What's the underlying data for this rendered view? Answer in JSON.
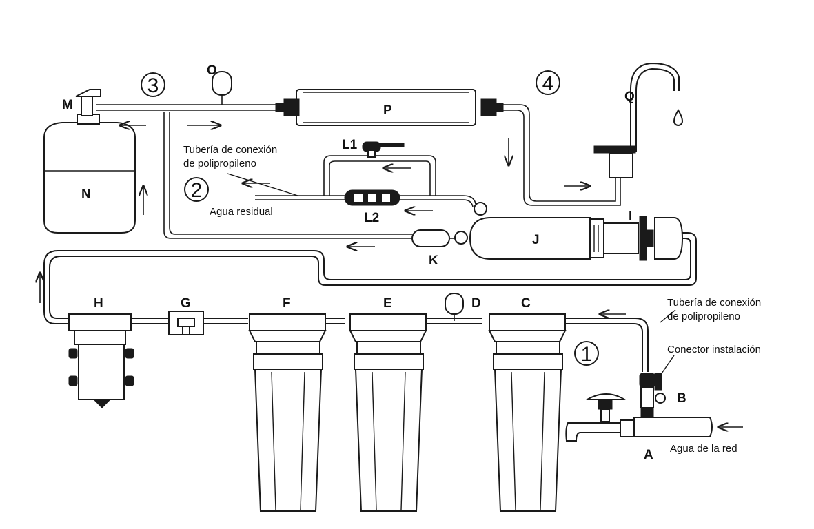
{
  "labels": {
    "A": "A",
    "B": "B",
    "C": "C",
    "D": "D",
    "E": "E",
    "F": "F",
    "G": "G",
    "H": "H",
    "I": "I",
    "J": "J",
    "K": "K",
    "L1": "L1",
    "L2": "L2",
    "M": "M",
    "N": "N",
    "O": "O",
    "P": "P",
    "Q": "Q"
  },
  "stages": {
    "s1": "1",
    "s2": "2",
    "s3": "3",
    "s4": "4"
  },
  "captions": {
    "pp_top_line1": "Tubería de conexión",
    "pp_top_line2": "de polipropileno",
    "waste": "Agua residual",
    "pp_right_line1": "Tubería de conexión",
    "pp_right_line2": "de polipropileno",
    "connector": "Conector instalación",
    "mains": "Agua de la red"
  },
  "colors": {
    "ink": "#1a1a1a",
    "background": "#ffffff"
  }
}
